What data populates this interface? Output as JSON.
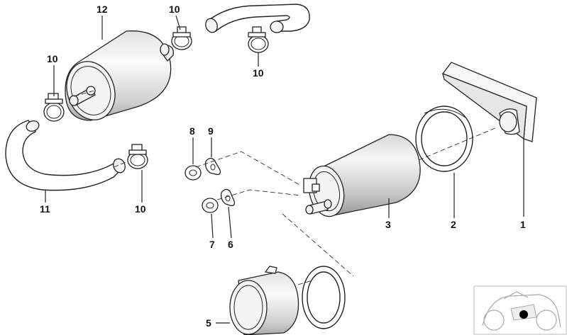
{
  "diagram": {
    "callouts": [
      {
        "id": "c12",
        "text": "12"
      },
      {
        "id": "c10a",
        "text": "10"
      },
      {
        "id": "c10b",
        "text": "10"
      },
      {
        "id": "c10c",
        "text": "10"
      },
      {
        "id": "c10d",
        "text": "10"
      },
      {
        "id": "c11",
        "text": "11"
      },
      {
        "id": "c8",
        "text": "8"
      },
      {
        "id": "c9",
        "text": "9"
      },
      {
        "id": "c7",
        "text": "7"
      },
      {
        "id": "c6",
        "text": "6"
      },
      {
        "id": "c3",
        "text": "3"
      },
      {
        "id": "c2",
        "text": "2"
      },
      {
        "id": "c1",
        "text": "1"
      },
      {
        "id": "c5",
        "text": "5"
      }
    ]
  },
  "colors": {
    "line": "#222222",
    "shade_light": "#f2f2f2",
    "shade_dark": "#b8b8b8",
    "locator_dot": "#000000"
  },
  "inset": {
    "icon": "motorcycle-locator-icon"
  }
}
